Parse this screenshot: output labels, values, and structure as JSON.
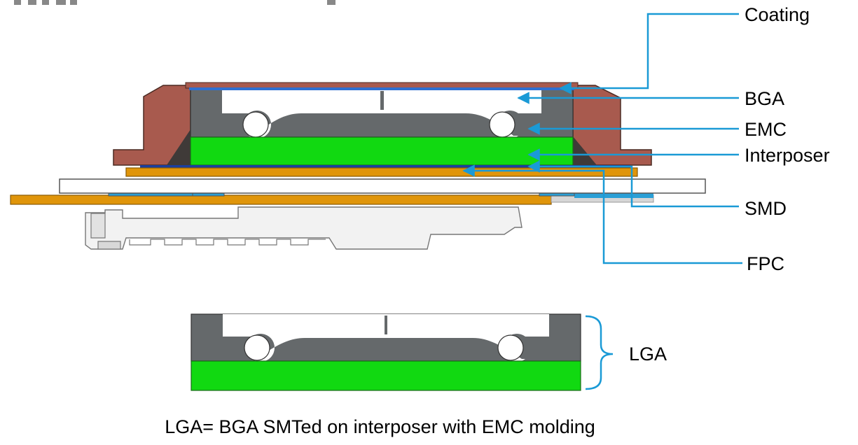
{
  "labels": {
    "coating": "Coating",
    "bga": "BGA",
    "emc": "EMC",
    "interposer": "Interposer",
    "smd": "SMD",
    "fpc": "FPC",
    "lga": "LGA"
  },
  "caption": "LGA= BGA SMTed on interposer with EMC molding",
  "colors": {
    "leader": "#1a9ad6",
    "emc_mold": "#65696b",
    "interposer": "#11d911",
    "housing": "#a85a4e",
    "fpc": "#e0950a",
    "coating": "#2f6fd0",
    "smd": "#2a9fd6",
    "board": "#ffffff"
  }
}
